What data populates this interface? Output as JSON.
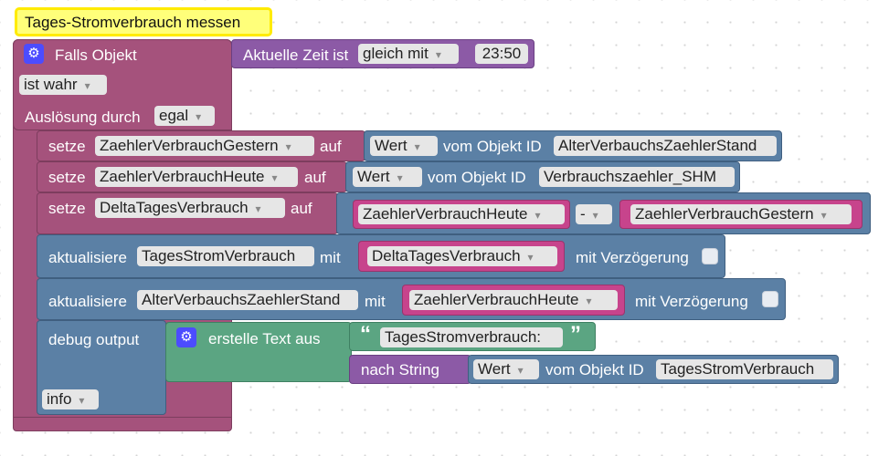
{
  "comment": "Tages-Stromverbrauch messen",
  "trigger": {
    "label": "Falls Objekt",
    "time_label": "Aktuelle Zeit ist",
    "compare_op": "gleich mit",
    "time_value": "23:50",
    "condition": "ist wahr",
    "trigger_label": "Auslösung durch",
    "trigger_value": "egal"
  },
  "set1": {
    "setze": "setze",
    "var": "ZaehlerVerbrauchGestern",
    "auf": "auf",
    "prop": "Wert",
    "vom": "vom Objekt ID",
    "object": "AlterVerbauchsZaehlerStand"
  },
  "set2": {
    "setze": "setze",
    "var": "ZaehlerVerbrauchHeute",
    "auf": "auf",
    "prop": "Wert",
    "vom": "vom Objekt ID",
    "object": "Verbrauchszaehler_SHM"
  },
  "set3": {
    "setze": "setze",
    "var": "DeltaTagesVerbrauch",
    "auf": "auf",
    "left": "ZaehlerVerbrauchHeute",
    "op": "-",
    "right": "ZaehlerVerbrauchGestern"
  },
  "upd1": {
    "label": "aktualisiere",
    "target": "TagesStromVerbrauch",
    "mit": "mit",
    "value": "DeltaTagesVerbrauch",
    "delay": "mit Verzögerung"
  },
  "upd2": {
    "label": "aktualisiere",
    "target": "AlterVerbauchsZaehlerStand",
    "mit": "mit",
    "value": "ZaehlerVerbrauchHeute",
    "delay": "mit Verzögerung"
  },
  "debug": {
    "label": "debug output",
    "text_label": "erstelle Text aus",
    "quote_open": "“",
    "string": "TagesStromverbrauch:",
    "quote_close": "”",
    "to_string": "nach String",
    "prop": "Wert",
    "vom": "vom Objekt ID",
    "object": "TagesStromVerbrauch",
    "level": "info"
  },
  "icons": {
    "gear": "gear-icon"
  },
  "colors": {
    "event": "#a5527c",
    "variable": "#a5527c",
    "action": "#5b80a5",
    "text": "#5ba582",
    "convert": "#8c5aa6",
    "comment": "#ffff33"
  }
}
